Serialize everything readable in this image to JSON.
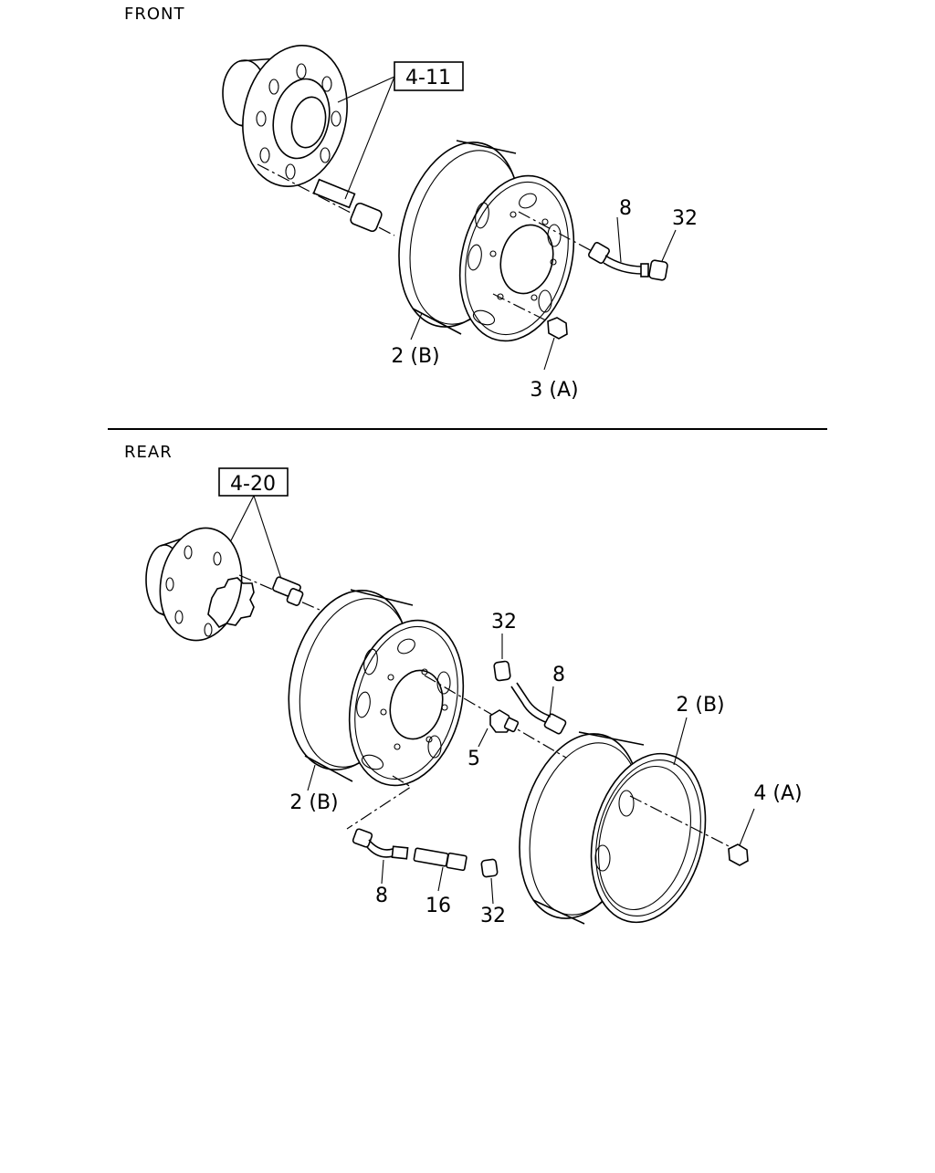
{
  "sections": {
    "front": {
      "title": "FRONT"
    },
    "rear": {
      "title": "REAR"
    }
  },
  "refs": {
    "front_hub": "4-11",
    "rear_hub": "4-20"
  },
  "labels": {
    "f_valve": "8",
    "f_cap": "32",
    "f_wheel": "2 (B)",
    "f_nut": "3 (A)",
    "r_cap_top": "32",
    "r_valve_top": "8",
    "r_outer_wheel": "2 (B)",
    "r_spacer": "5",
    "r_inner_wheel": "2 (B)",
    "r_nut": "4 (A)",
    "r_valve_bottom": "8",
    "r_extension": "16",
    "r_cap_bottom": "32"
  }
}
